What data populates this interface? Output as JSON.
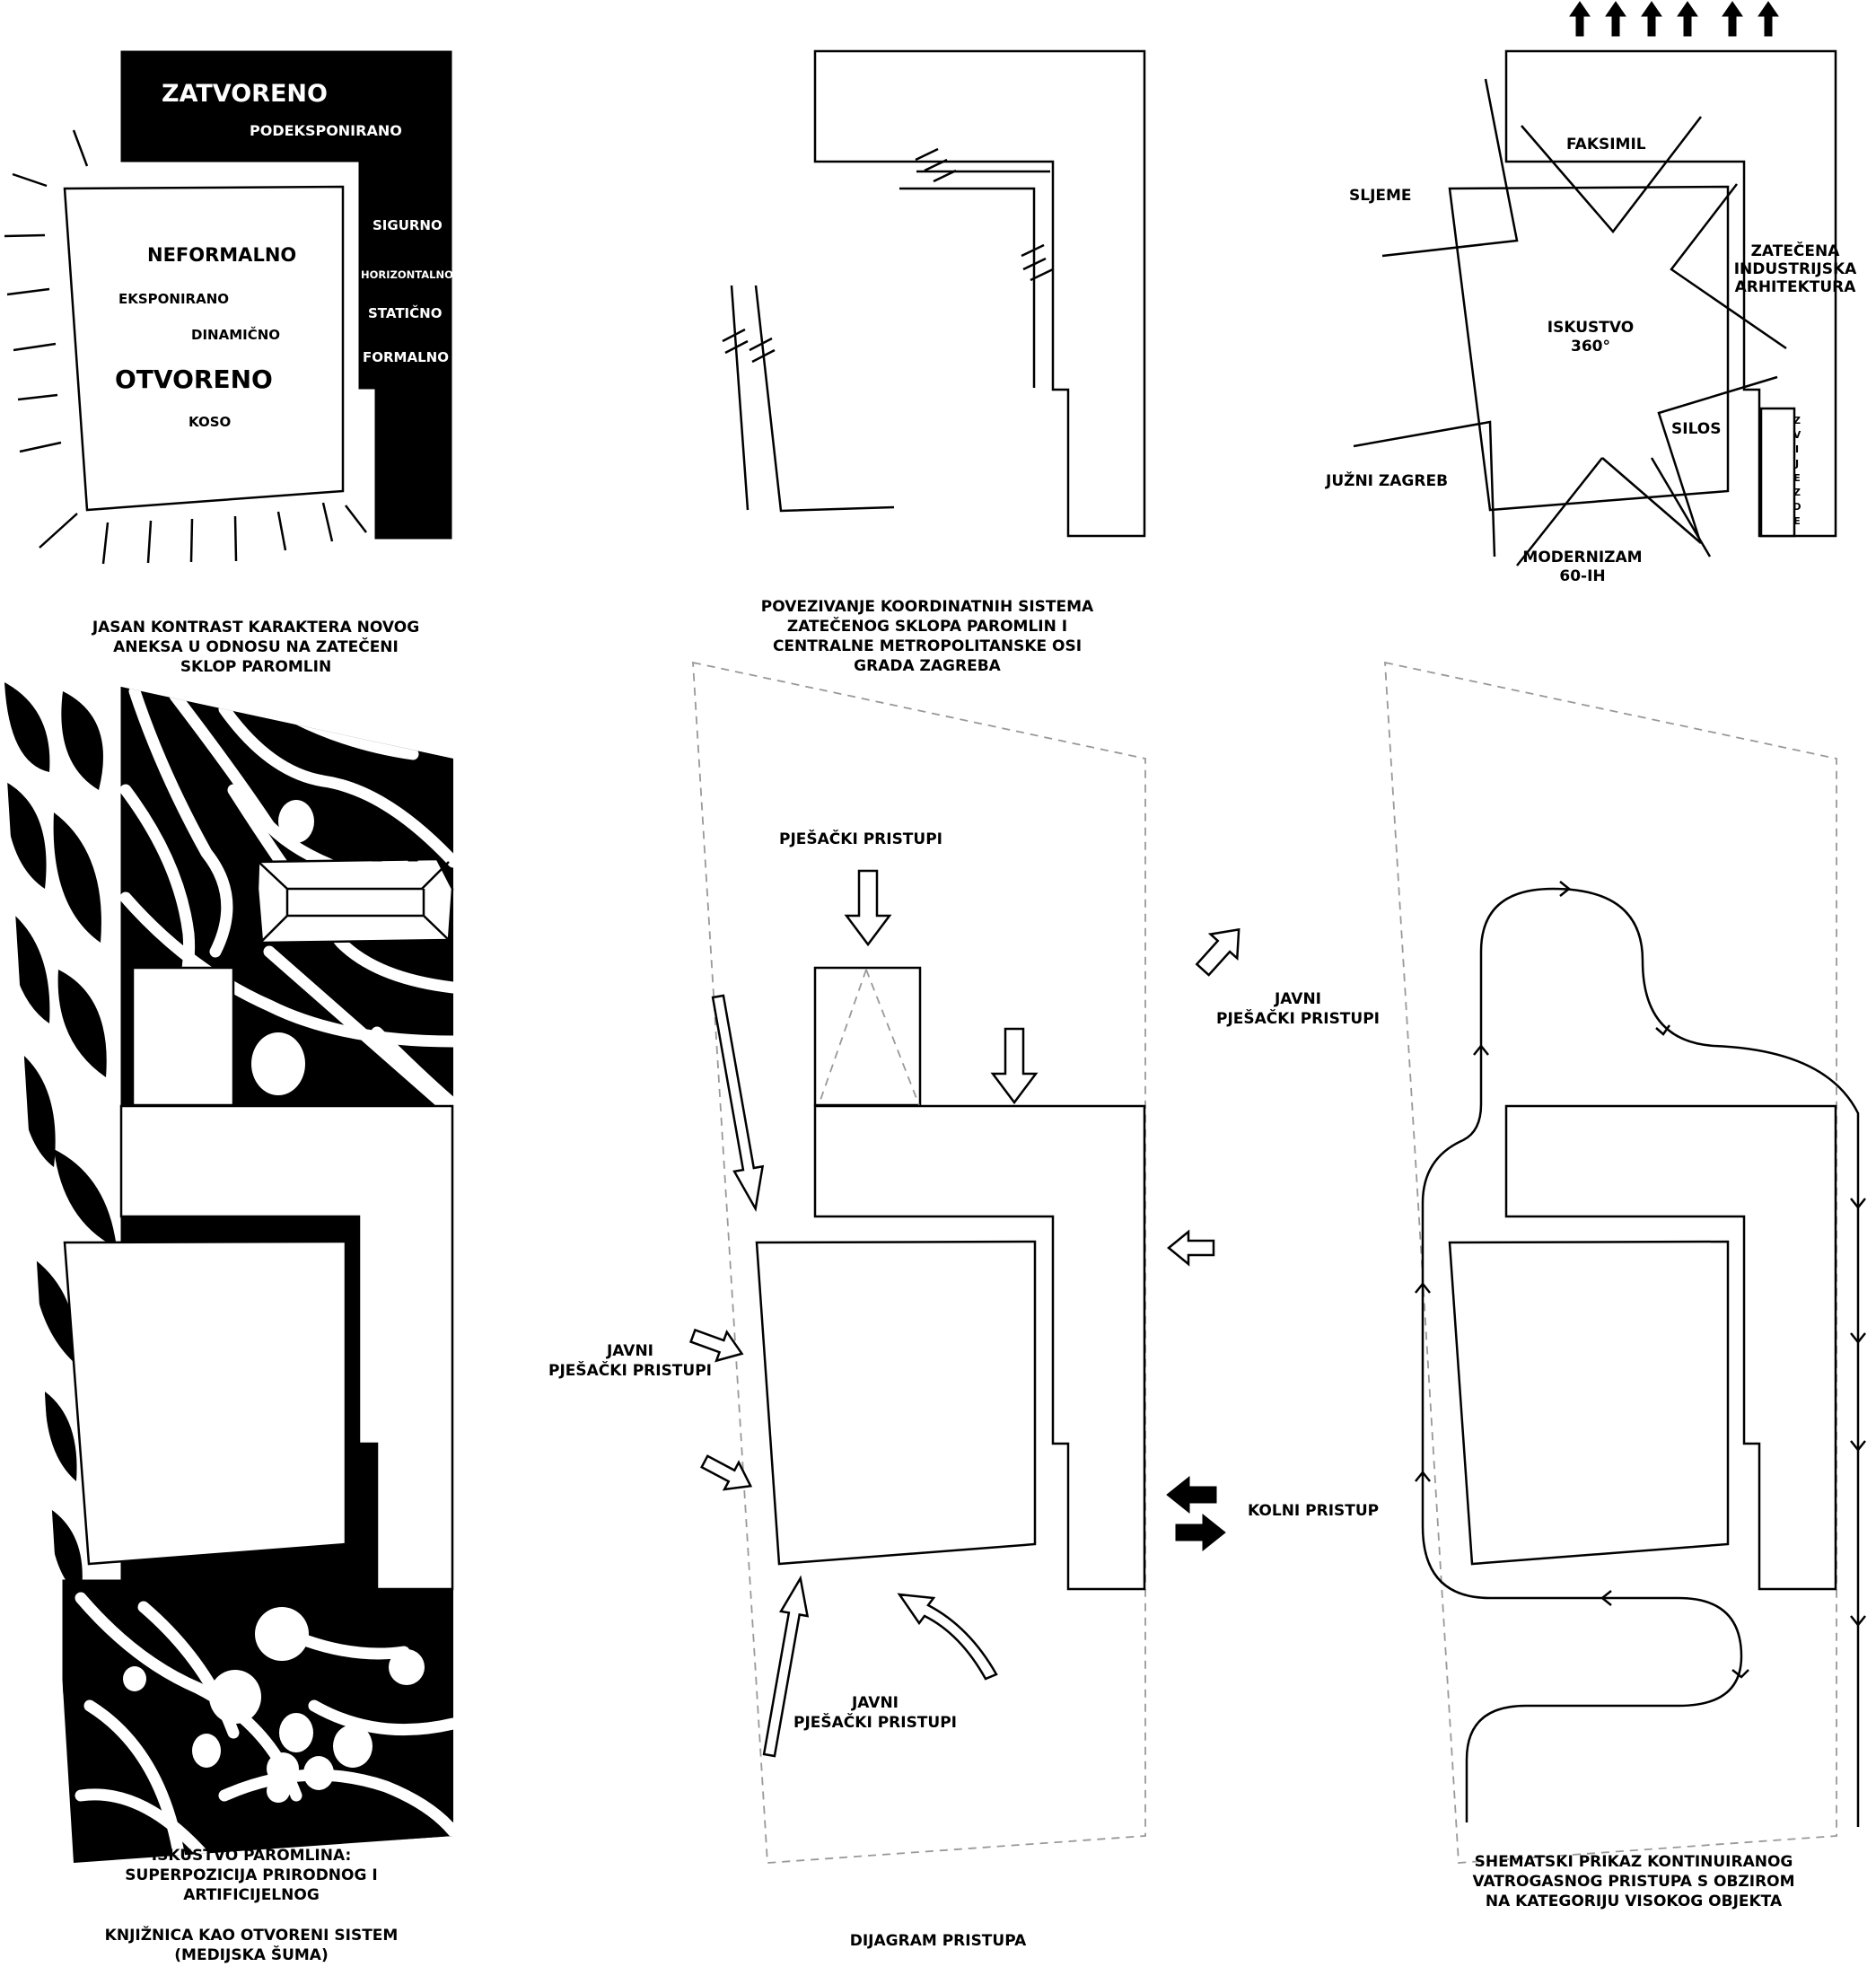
{
  "panel1": {
    "labels": {
      "zatvoreno": "ZATVORENO",
      "podeksponirano": "PODEKSPONIRANO",
      "sigurno": "SIGURNO",
      "horizontalno": "HORIZONTALNO",
      "staticno": "STATIČNO",
      "formalno": "FORMALNO",
      "neformalno": "NEFORMALNO",
      "eksponirano": "EKSPONIRANO",
      "dinamicno": "DINAMIČNO",
      "otvoreno": "OTVORENO",
      "koso": "KOSO"
    },
    "caption": [
      "JASAN KONTRAST KARAKTERA NOVOG",
      "ANEKSA U ODNOSU NA ZATEČENI",
      "SKLOP PAROMLIN"
    ]
  },
  "panel2": {
    "caption": [
      "POVEZIVANJE KOORDINATNIH SISTEMA",
      "ZATEČENOG SKLOPA PAROMLIN I",
      "CENTRALNE METROPOLITANSKE OSI",
      "GRADA ZAGREBA"
    ]
  },
  "panel3": {
    "labels": {
      "faksimil": "FAKSIMIL",
      "sljeme": "SLJEME",
      "zatecena": [
        "ZATEČENA",
        "INDUSTRIJSKA",
        "ARHITEKTURA"
      ],
      "iskustvo": [
        "ISKUSTVO",
        "360°"
      ],
      "silos": "SILOS",
      "juzni": "JUŽNI ZAGREB",
      "modernizam": [
        "MODERNIZAM",
        "60-IH"
      ],
      "zvijezde": [
        "Z",
        "V",
        "I",
        "J",
        "E",
        "Z",
        "D",
        "E"
      ]
    }
  },
  "panel4": {
    "caption": [
      "ISKUSTVO PAROMLINA:",
      "SUPERPOZICIJA PRIRODNOG I",
      "ARTIFICIJELNOG",
      "",
      "KNJIŽNICA KAO OTVORENI SISTEM",
      "(MEDIJSKA ŠUMA)"
    ]
  },
  "panel5": {
    "labels": {
      "pjesacki_top": "PJEŠAČKI PRISTUPI",
      "javni_right": [
        "JAVNI",
        "PJEŠAČKI PRISTUPI"
      ],
      "javni_left": [
        "JAVNI",
        "PJEŠAČKI PRISTUPI"
      ],
      "javni_bottom": [
        "JAVNI",
        "PJEŠAČKI PRISTUPI"
      ],
      "kolni": "KOLNI PRISTUP"
    },
    "caption": "DIJAGRAM PRISTUPA"
  },
  "panel6": {
    "caption": [
      "SHEMATSKI PRIKAZ KONTINUIRANOG",
      "VATROGASNOG PRISTUPA S OBZIROM",
      "NA KATEGORIJU VISOKOG OBJEKTA"
    ]
  }
}
